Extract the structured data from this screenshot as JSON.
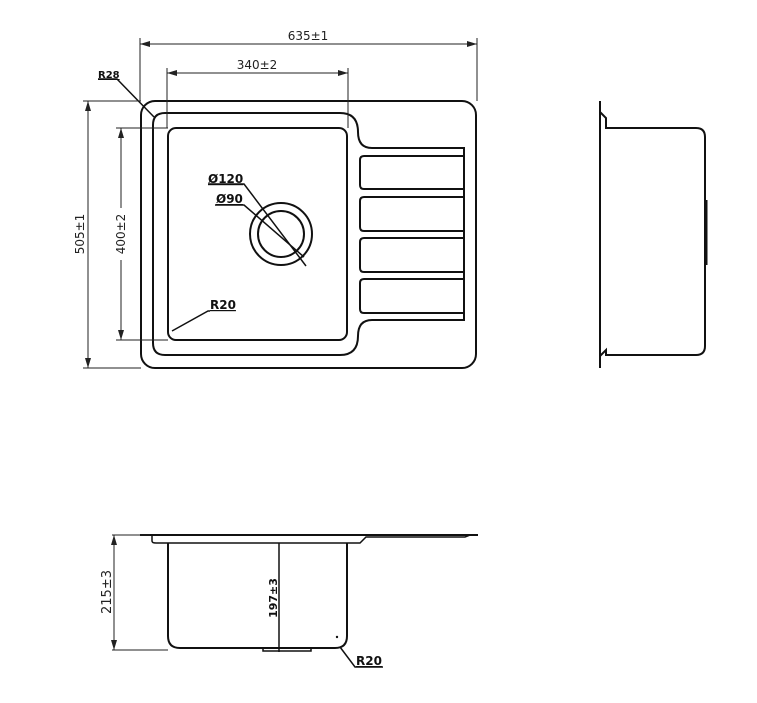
{
  "top_view": {
    "overall_width": "635±1",
    "bowl_width": "340±2",
    "overall_depth": "505±1",
    "bowl_depth": "400±2",
    "corner_radius_outer": "R28",
    "drain_outer": "Ø120",
    "drain_inner": "Ø90",
    "bowl_radius": "R20"
  },
  "section_view": {
    "total_height": "215±3",
    "bowl_depth": "197±3",
    "bottom_radius": "R20"
  },
  "colors": {
    "line": "#111111",
    "background": "#ffffff"
  }
}
